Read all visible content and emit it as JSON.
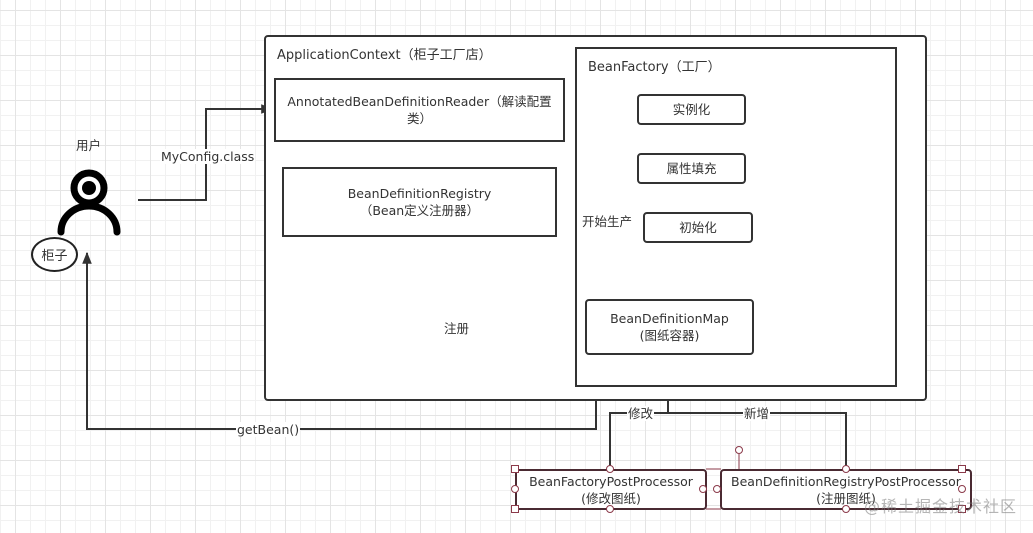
{
  "diagram": {
    "user": {
      "label": "用户",
      "icon": "user-icon",
      "tag": "柜子"
    },
    "application_context": {
      "title": "ApplicationContext（柜子工厂店）"
    },
    "bean_factory": {
      "title": "BeanFactory（工厂）"
    },
    "nodes": {
      "reader": {
        "line1": "AnnotatedBeanDefinitionReader（解读配置",
        "line2": "类）"
      },
      "registry": {
        "line1": "BeanDefinitionRegistry",
        "line2": "（Bean定义注册器）"
      },
      "instantiate": {
        "label": "实例化"
      },
      "populate": {
        "label": "属性填充"
      },
      "initialize": {
        "label": "初始化"
      },
      "definition_map": {
        "line1": "BeanDefinitionMap",
        "line2": "(图纸容器)"
      },
      "factory_post_processor": {
        "line1": "BeanFactoryPostProcessor",
        "line2": "(修改图纸)"
      },
      "registry_post_processor": {
        "line1": "BeanDefinitionRegistryPostProcessor",
        "line2": "(注册图纸)"
      }
    },
    "edges": {
      "myconfig": "MyConfig.class",
      "register": "注册",
      "start_production": "开始生产",
      "get_bean": "getBean()",
      "modify": "修改",
      "add": "新增"
    },
    "watermark": "@稀土掘金技术社区"
  },
  "colors": {
    "line": "#333333",
    "selection": "#8b3a4a"
  }
}
